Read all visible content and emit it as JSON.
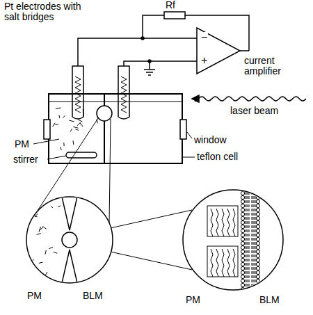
{
  "diagram": {
    "labels": [
      "Pt electrodes with salt bridges",
      "Rf",
      "−",
      "+",
      "current amplifier",
      "laser beam",
      "window",
      "PM",
      "stirrer",
      "teflon cell",
      "PM",
      "BLM",
      "PM",
      "BLM"
    ]
  }
}
